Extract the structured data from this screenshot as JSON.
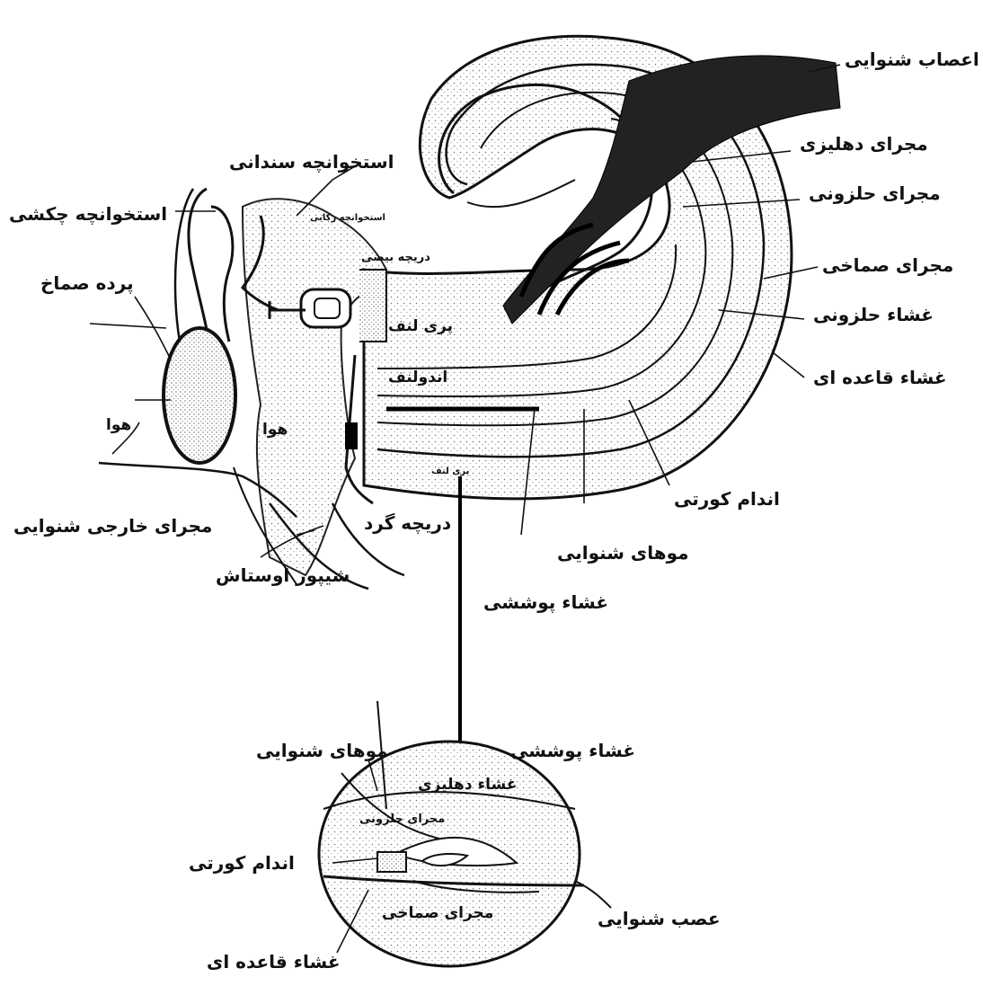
{
  "labels": {
    "auditory_nerves": "اعصاب شنوایی",
    "vestibular_duct": "مجرای دهلیزی",
    "cochlear_duct": "مجرای حلزونی",
    "tympanic_duct": "مجرای صماخی",
    "cochlear_membrane": "غشاء حلزونی",
    "basilar_membrane": "غشاء قاعده ای",
    "incus": "استخوانچه سندانی",
    "malleus": "استخوانچه چکشی",
    "stapes": "استخوانچه رکابی",
    "oval_window": "دریچه بیضی",
    "eardrum": "پرده صماخ",
    "perilymph": "پری لنف",
    "endolymph": "اندولنف",
    "air_left": "هوا",
    "air_middle": "هوا",
    "perilymph_lower": "پری لنف",
    "organ_of_corti": "اندام کورتی",
    "external_canal": "مجرای خارجی شنوایی",
    "round_window": "دریچه گرد",
    "auditory_hairs": "موهای شنوایی",
    "eustachian_tube": "شیپور اوستاش",
    "tectorial_membrane": "غشاء پوششی"
  },
  "detail": {
    "auditory_hairs": "موهای شنوایی",
    "tectorial_membrane": "غشاء پوششی",
    "vestibular_membrane": "غشاء دهلیزی",
    "cochlear_duct": "مجرای حلزونی",
    "organ_of_corti": "اندام کورتی",
    "tympanic_duct": "مجرای صماخی",
    "auditory_nerve": "عصب شنوایی",
    "basilar_membrane": "غشاء قاعده ای"
  }
}
